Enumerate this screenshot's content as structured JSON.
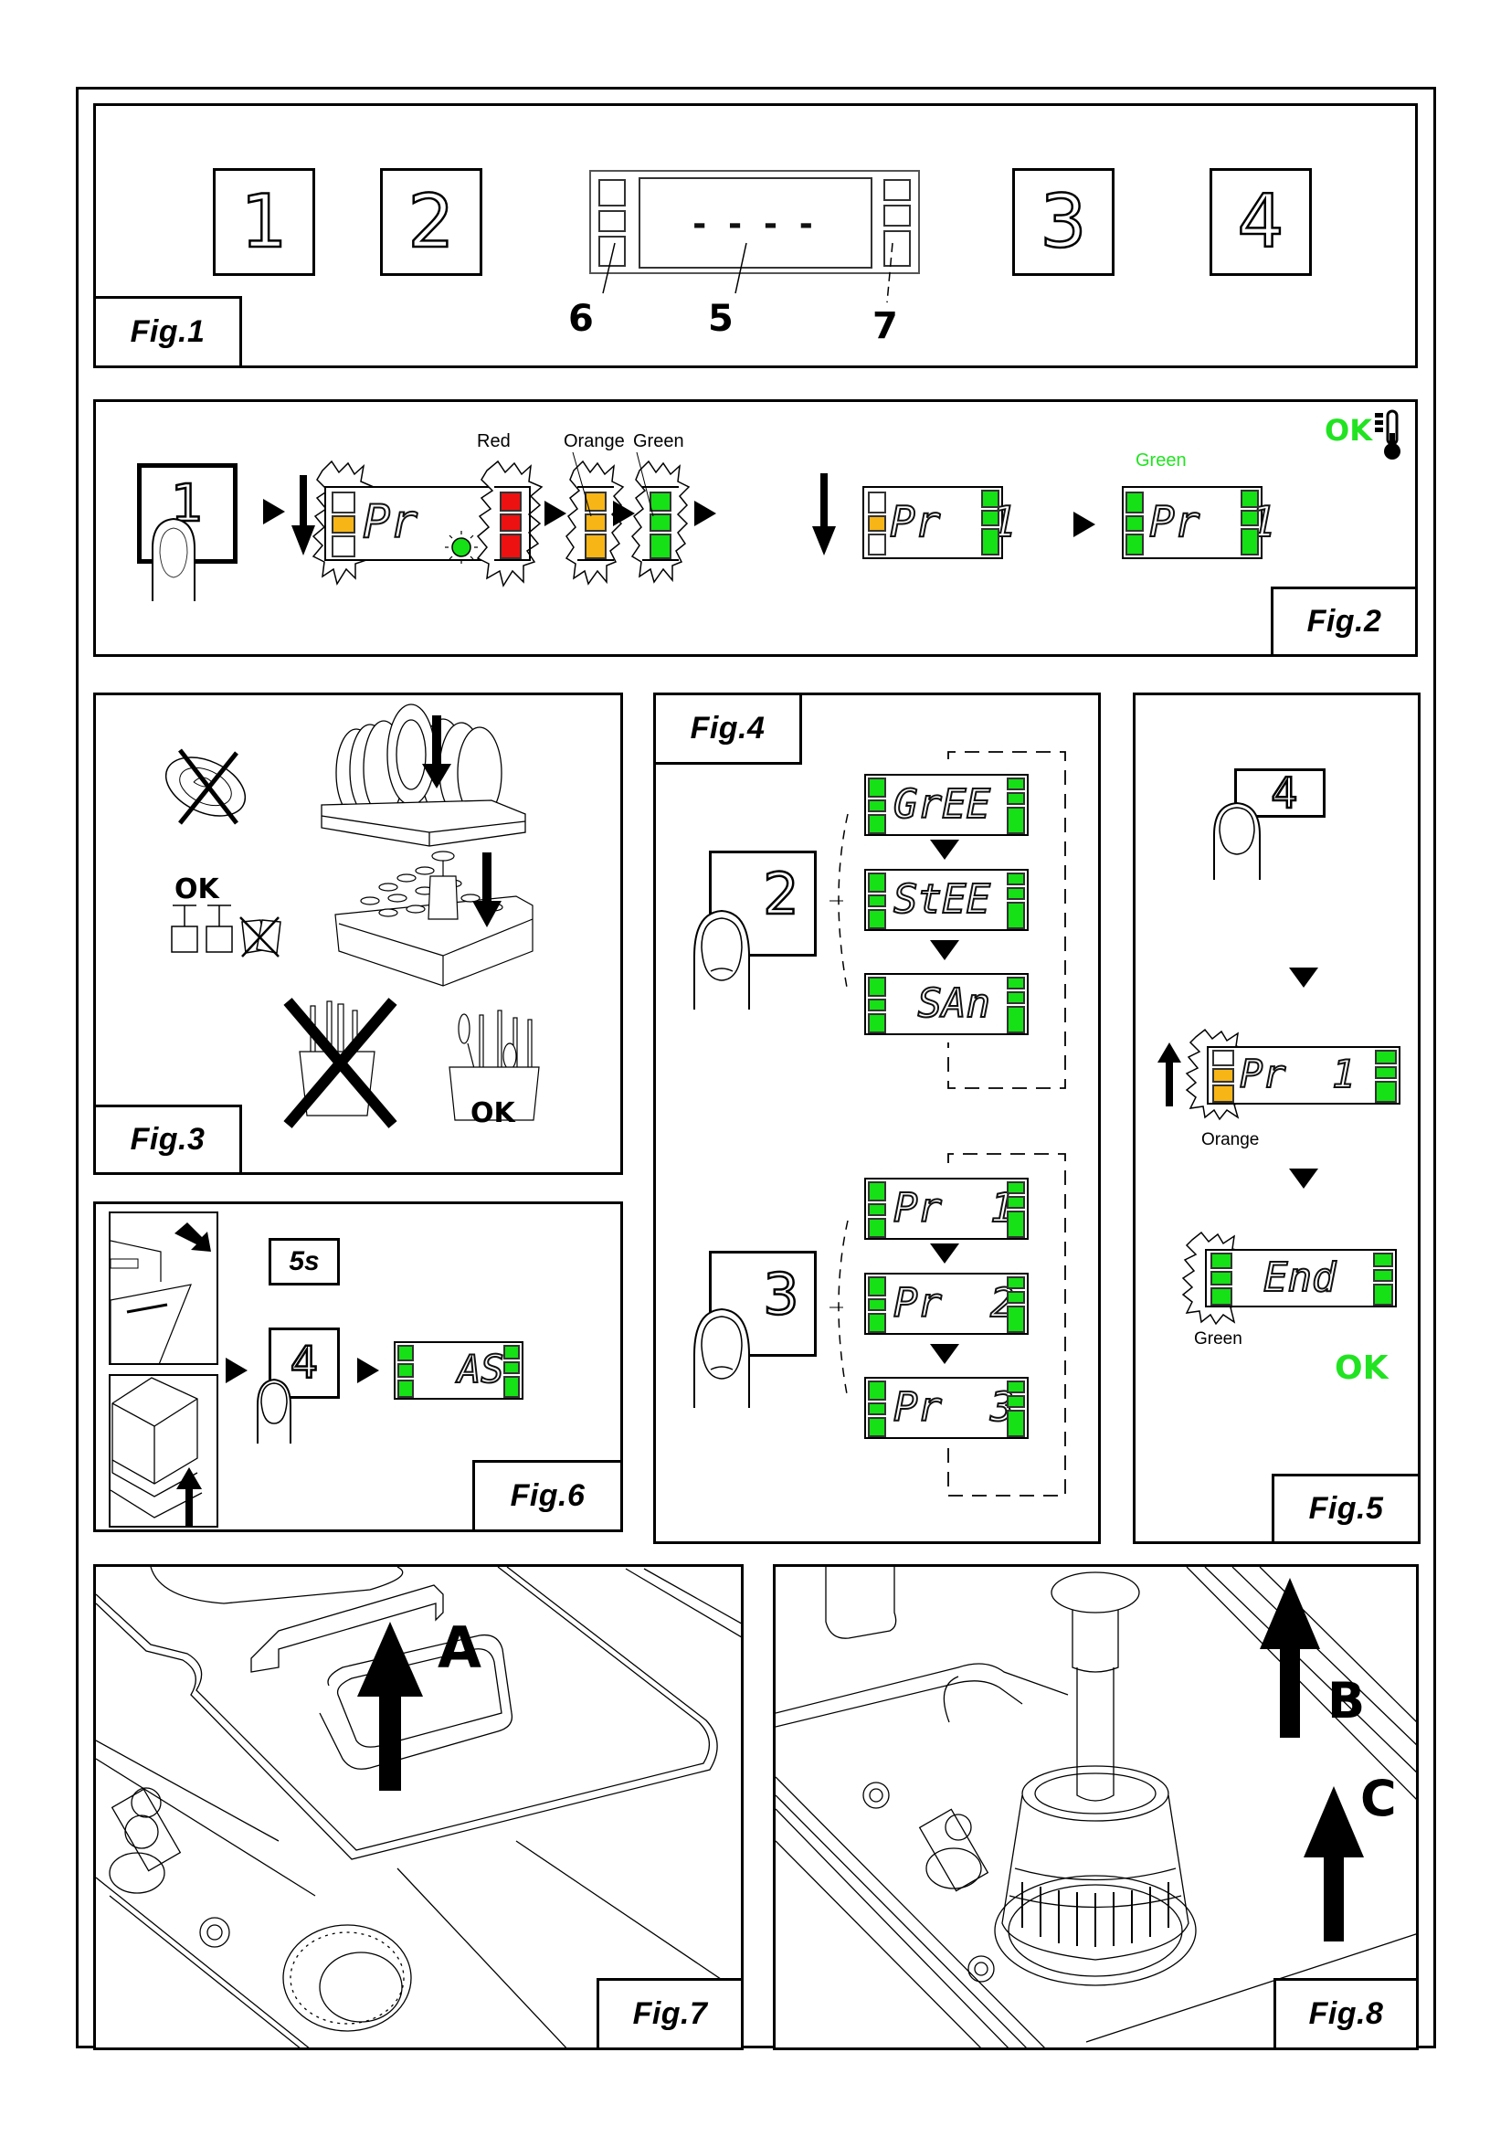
{
  "figures": {
    "fig1": {
      "label": "Fig.1",
      "keys": [
        "1",
        "2",
        "3",
        "4"
      ],
      "display_text": "- - - -",
      "callouts": [
        "6",
        "5",
        "7"
      ]
    },
    "fig2": {
      "label": "Fig.2",
      "key": "1",
      "display_1_text": "Pr",
      "color_labels": [
        "Red",
        "Orange",
        "Green"
      ],
      "display_2_text": "Pr  1",
      "display_3_label": "Green",
      "display_3_text": "Pr  1",
      "ok_text": "OK",
      "thermometer_icon": "thermometer-icon"
    },
    "fig3": {
      "label": "Fig.3",
      "ok_glasses": "OK",
      "ok_cutlery": "OK"
    },
    "fig4": {
      "label": "Fig.4",
      "key_a": "2",
      "cycle_a": [
        "GrEE",
        "StEE",
        " SAn"
      ],
      "key_b": "3",
      "cycle_b": [
        "Pr  1",
        "Pr  2",
        "Pr  3"
      ]
    },
    "fig5": {
      "label": "Fig.5",
      "key": "4",
      "display_1_text": "Pr  1",
      "display_1_label": "Orange",
      "display_2_text": "End",
      "display_2_label": "Green",
      "ok_text": "OK"
    },
    "fig6": {
      "label": "Fig.6",
      "timer": "5s",
      "key": "4",
      "display_text": "AS"
    },
    "fig7": {
      "label": "Fig.7",
      "arrow_label": "A"
    },
    "fig8": {
      "label": "Fig.8",
      "arrow_labels": [
        "B",
        "C"
      ]
    }
  },
  "colors": {
    "led_green": "#16e016",
    "led_orange": "#f7b516",
    "led_red": "#ee1111",
    "ok_green": "#22e322"
  }
}
